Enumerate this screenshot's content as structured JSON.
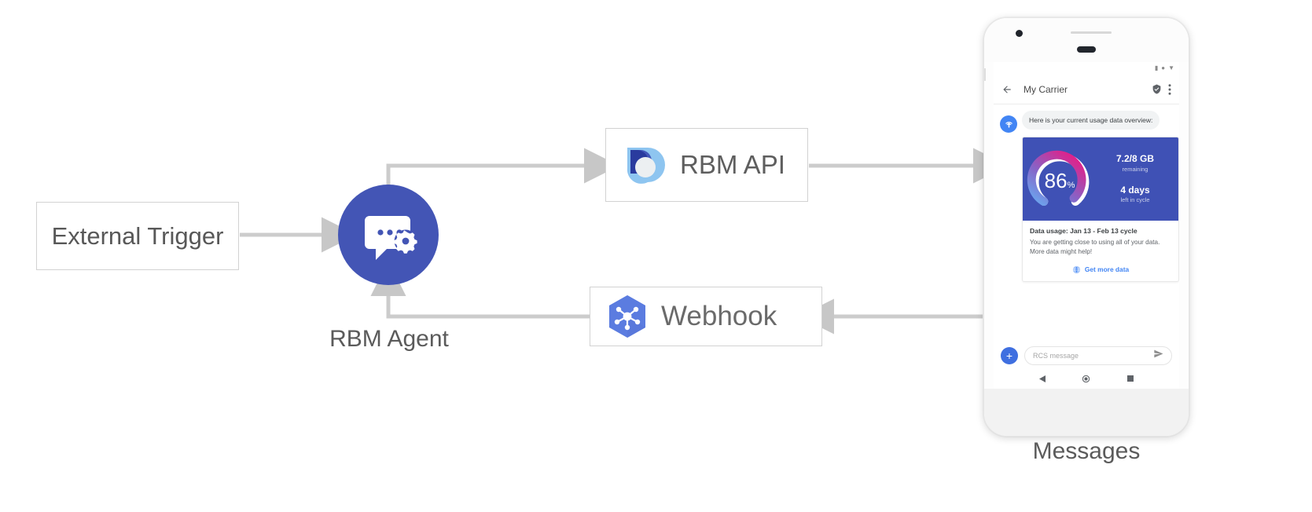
{
  "diagram": {
    "nodes": {
      "external_trigger": {
        "label": "External Trigger"
      },
      "rbm_agent": {
        "label": "RBM Agent",
        "icon": "chat-gear-icon"
      },
      "rbm_api": {
        "label": "RBM API",
        "icon": "rbm-droplet-icon"
      },
      "webhook": {
        "label": "Webhook",
        "icon": "hexagon-nodes-icon"
      },
      "messages": {
        "label": "Messages"
      }
    },
    "colors": {
      "agent_blue": "#4355b5",
      "card_indigo": "#3f51b5",
      "link_blue": "#4285f4",
      "connector_gray": "#cccccc",
      "webhook_blue": "#5b7ce0",
      "api_light_blue": "#8ec5f0",
      "api_dark_blue": "#2a3b9e"
    }
  },
  "phone": {
    "status_bar": {
      "icons": [
        "signal-icon",
        "wifi-dot-icon",
        "battery-icon"
      ]
    },
    "app_bar": {
      "back_icon": "back-arrow-icon",
      "title": "My Carrier",
      "verified_icon": "verified-shield-icon",
      "overflow_icon": "overflow-menu-icon"
    },
    "conversation": {
      "avatar_icon": "rcs-agent-icon",
      "intro_message": "Here is your current usage data overview:",
      "card": {
        "gauge": {
          "percent_value": "86",
          "percent_symbol": "%",
          "fill_percent": 86
        },
        "stats": [
          {
            "value": "7.2/8 GB",
            "caption": "remaining"
          },
          {
            "value": "4 days",
            "caption": "left in cycle"
          }
        ],
        "title": "Data usage: Jan 13 - Feb 13 cycle",
        "description": "You are getting close to using all of your data. More data might help!",
        "action": {
          "icon": "globe-icon",
          "label": "Get more data"
        }
      }
    },
    "composer": {
      "plus_icon": "plus-icon",
      "placeholder": "RCS message",
      "send_icon": "send-icon"
    },
    "nav_bar": {
      "icons": [
        "back-triangle-icon",
        "home-circle-icon",
        "recents-square-icon"
      ]
    }
  }
}
